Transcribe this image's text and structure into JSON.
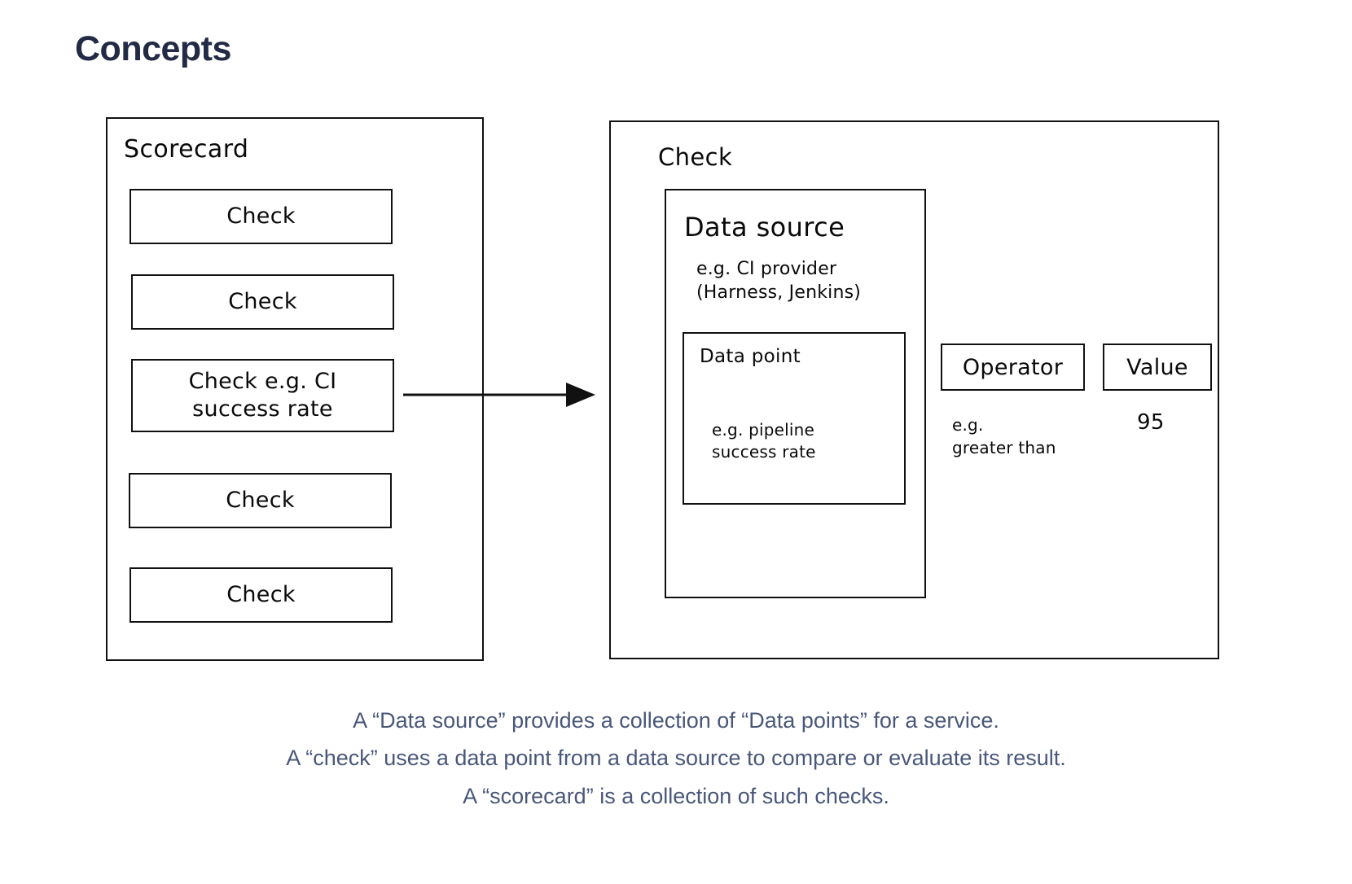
{
  "page": {
    "title": "Concepts",
    "title_color": "#222a45",
    "background": "#ffffff",
    "stroke_color": "#111111",
    "caption_color": "#49577a"
  },
  "diagram": {
    "scorecard": {
      "label": "Scorecard",
      "checks": [
        {
          "label": "Check"
        },
        {
          "label": "Check"
        },
        {
          "label": "Check e.g. CI\nsuccess rate"
        },
        {
          "label": "Check"
        },
        {
          "label": "Check"
        }
      ]
    },
    "arrow": {
      "name": "arrow-right-icon",
      "from": "check-e-g-ci-success-rate",
      "to": "check-panel"
    },
    "check": {
      "label": "Check",
      "data_source": {
        "title": "Data source",
        "example": "e.g. CI provider\n(Harness, Jenkins)",
        "data_point": {
          "title": "Data point",
          "example": "e.g. pipeline\nsuccess rate"
        }
      },
      "operator": {
        "label": "Operator",
        "example": "e.g.\ngreater than"
      },
      "value": {
        "label": "Value",
        "example": "95"
      }
    }
  },
  "caption": {
    "lines": [
      "A “Data source” provides a collection of “Data points” for a service.",
      "A “check” uses a data point from a data source to compare or evaluate its result.",
      "A “scorecard” is a collection of such checks."
    ]
  }
}
